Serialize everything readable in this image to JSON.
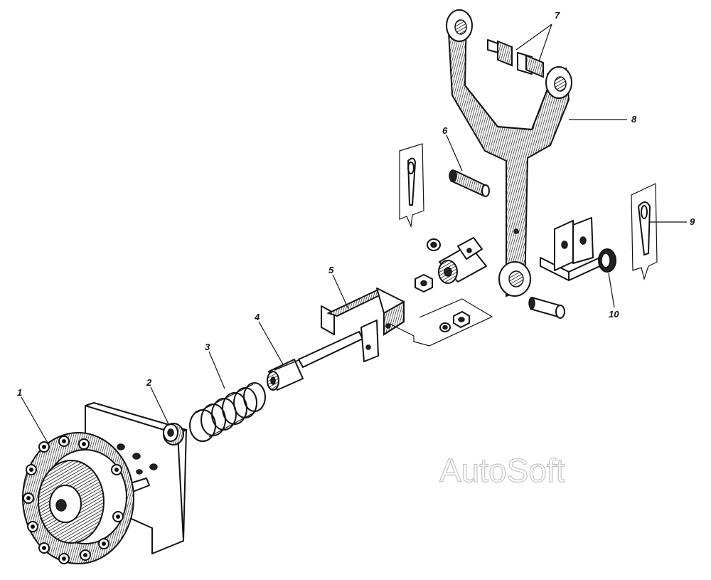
{
  "callouts": {
    "c1": "1",
    "c2": "2",
    "c3": "3",
    "c4": "4",
    "c5": "5",
    "c6": "6",
    "c7": "7",
    "c8": "8",
    "c9": "9",
    "c10": "10"
  },
  "watermark": "AutoSoft",
  "colors": {
    "ink": "#111111",
    "background": "#ffffff",
    "watermark_outline": "#c4c4c4"
  }
}
